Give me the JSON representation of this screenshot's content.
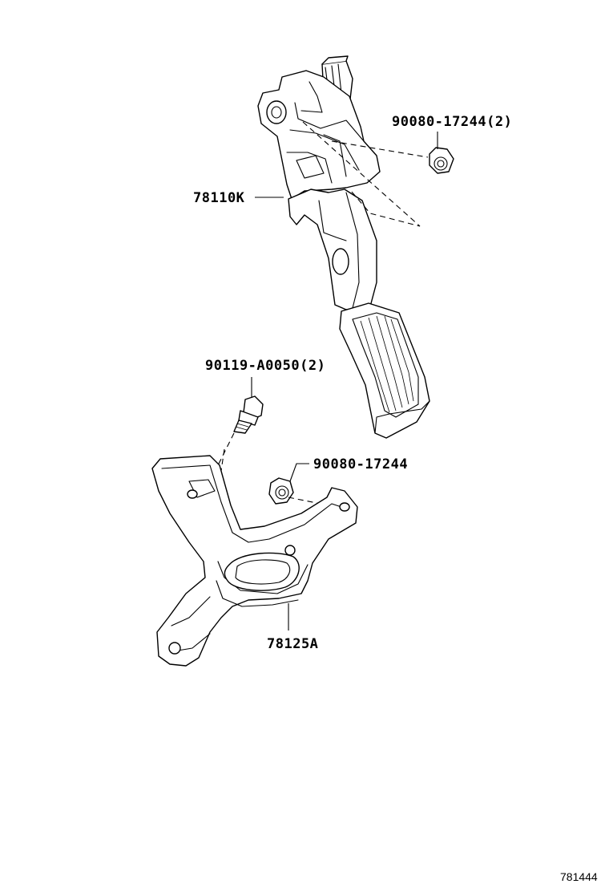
{
  "parts": {
    "pedal_assembly": {
      "number": "78110K"
    },
    "nut_upper": {
      "number": "90080-17244",
      "quantity": "(2)"
    },
    "bolt": {
      "number": "90119-A0050",
      "quantity": "(2)"
    },
    "nut_lower": {
      "number": "90080-17244"
    },
    "bracket": {
      "number": "78125A"
    }
  },
  "diagram_id": "781444"
}
